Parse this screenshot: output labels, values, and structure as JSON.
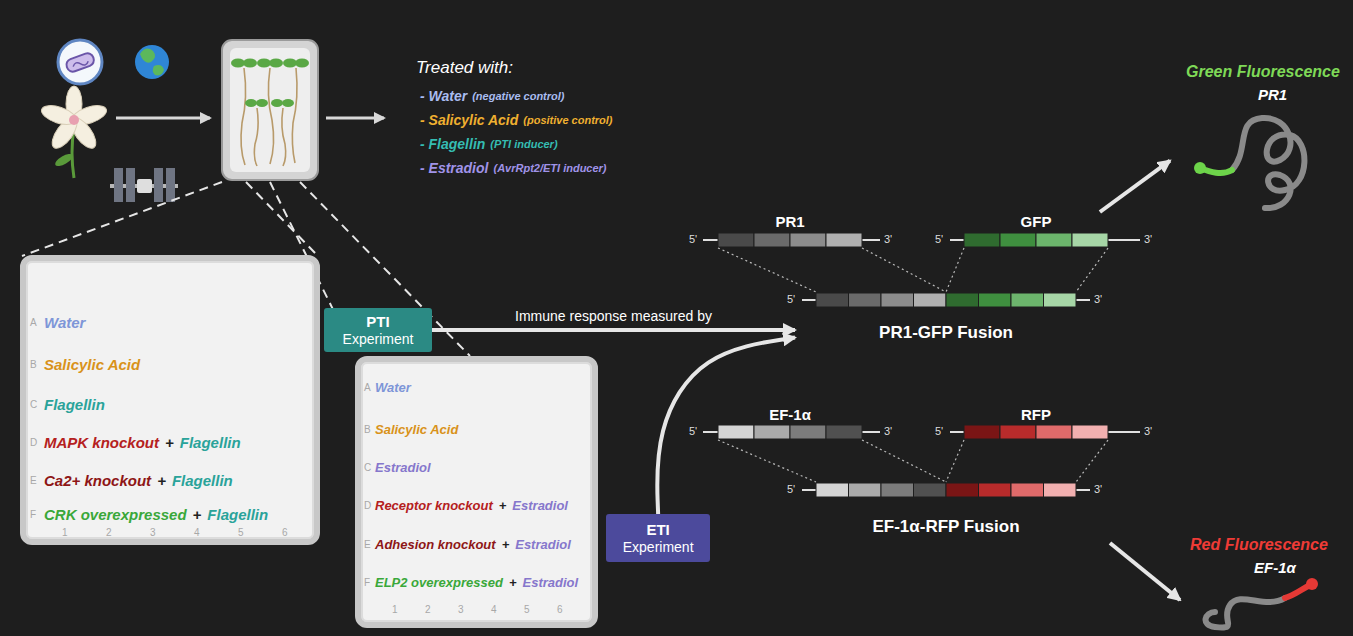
{
  "diagram": {
    "nodes": [
      {
        "text": [
          "Water",
          "Salicylic Acid",
          "Flagellin",
          "MAPK knockout",
          "+",
          "Flagellin",
          "Ca2+ knockout",
          "+",
          "Flagellin",
          "CRK overexpressed",
          "+",
          "Flagellin"
        ]
      },
      {
        "text": [
          "PTI",
          "Experiment"
        ]
      },
      {
        "text": [
          "Water",
          "Salicylic Acid",
          "Estradiol",
          "Receptor knockout",
          "+",
          "Estradiol",
          "Adhesion knockout",
          "+",
          "Estradiol",
          "ELP2 overexpressed",
          "+",
          "Estradiol"
        ]
      },
      {
        "text": [
          "ETI",
          "Experiment"
        ]
      },
      {
        "text": [
          "PR1",
          "GFP",
          "PR1-GFP Fusion"
        ]
      },
      {
        "text": [
          "EF-1α",
          "RFP",
          "EF-1α-RFP Fusion"
        ]
      },
      {
        "text": [
          "Green Fluorescence",
          "PR1"
        ]
      },
      {
        "text": [
          "Red Fluorescence",
          "EF-1α"
        ]
      }
    ],
    "edges": [
      {
        "from": 1,
        "to": 4,
        "label": "Immune response measured by",
        "arrow": "to"
      },
      {
        "from": 3,
        "to": 4,
        "arrow": "to"
      },
      {
        "from": 4,
        "to": 6,
        "arrow": "to"
      },
      {
        "from": 5,
        "to": 7,
        "arrow": "to"
      }
    ],
    "labels": [
      "Treated with:",
      "- Water",
      "(negative control)",
      "- Salicylic Acid",
      "(positive control)",
      "- Flagellin",
      "(PTI inducer)",
      "- Estradiol",
      "(AvrRpt2/ETI inducer)",
      "5'",
      "3'",
      "5'",
      "3'",
      "5'",
      "3'",
      "5'",
      "3'",
      "5'",
      "3'",
      "5'",
      "3'",
      "A",
      "B",
      "C",
      "D",
      "E",
      "F",
      "1",
      "2",
      "3",
      "4",
      "5",
      "6",
      "A",
      "B",
      "C",
      "D",
      "E",
      "F",
      "1",
      "2",
      "3",
      "4",
      "5",
      "6"
    ]
  }
}
